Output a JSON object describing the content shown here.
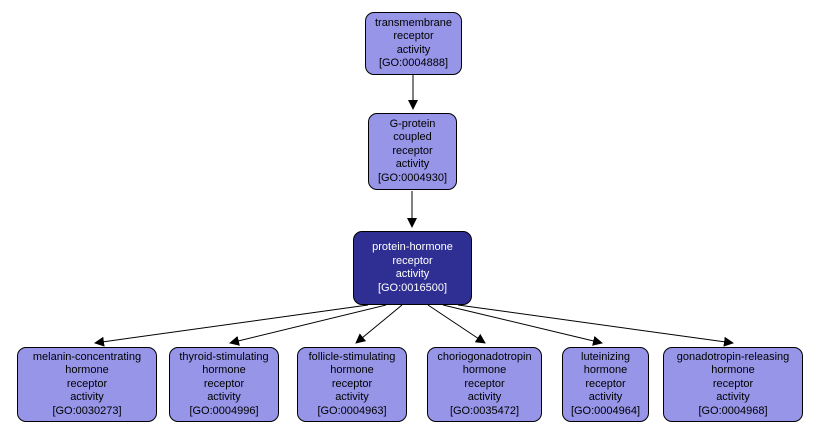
{
  "colors": {
    "background": "#ffffff",
    "node_fill": "#9695e8",
    "node_border": "#000000",
    "node_text": "#000000",
    "highlighted_fill": "#2f2f93",
    "highlighted_text": "#ffffff",
    "edge": "#000000"
  },
  "nodes": [
    {
      "go_id": "GO:0004888",
      "label": "transmembrane receptor activity",
      "highlighted": false,
      "lines": [
        "transmembrane",
        "receptor",
        "activity",
        "[GO:0004888]"
      ]
    },
    {
      "go_id": "GO:0004930",
      "label": "G-protein coupled receptor activity",
      "highlighted": false,
      "lines": [
        "G-protein",
        "coupled",
        "receptor",
        "activity",
        "[GO:0004930]"
      ]
    },
    {
      "go_id": "GO:0016500",
      "label": "protein-hormone receptor activity",
      "highlighted": true,
      "lines": [
        "protein-hormone",
        "receptor",
        "activity",
        "[GO:0016500]"
      ]
    },
    {
      "go_id": "GO:0030273",
      "label": "melanin-concentrating hormone receptor activity",
      "highlighted": false,
      "lines": [
        "melanin-concentrating",
        "hormone",
        "receptor",
        "activity",
        "[GO:0030273]"
      ]
    },
    {
      "go_id": "GO:0004996",
      "label": "thyroid-stimulating hormone receptor activity",
      "highlighted": false,
      "lines": [
        "thyroid-stimulating",
        "hormone",
        "receptor",
        "activity",
        "[GO:0004996]"
      ]
    },
    {
      "go_id": "GO:0004963",
      "label": "follicle-stimulating hormone receptor activity",
      "highlighted": false,
      "lines": [
        "follicle-stimulating",
        "hormone",
        "receptor",
        "activity",
        "[GO:0004963]"
      ]
    },
    {
      "go_id": "GO:0035472",
      "label": "choriogonadotropin hormone receptor activity",
      "highlighted": false,
      "lines": [
        "choriogonadotropin",
        "hormone",
        "receptor",
        "activity",
        "[GO:0035472]"
      ]
    },
    {
      "go_id": "GO:0004964",
      "label": "luteinizing hormone receptor activity",
      "highlighted": false,
      "lines": [
        "luteinizing",
        "hormone",
        "receptor",
        "activity",
        "[GO:0004964]"
      ]
    },
    {
      "go_id": "GO:0004968",
      "label": "gonadotropin-releasing hormone receptor activity",
      "highlighted": false,
      "lines": [
        "gonadotropin-releasing",
        "hormone",
        "receptor",
        "activity",
        "[GO:0004968]"
      ]
    }
  ],
  "edges": [
    {
      "from": "GO:0004888",
      "to": "GO:0004930"
    },
    {
      "from": "GO:0004930",
      "to": "GO:0016500"
    },
    {
      "from": "GO:0016500",
      "to": "GO:0030273"
    },
    {
      "from": "GO:0016500",
      "to": "GO:0004996"
    },
    {
      "from": "GO:0016500",
      "to": "GO:0004963"
    },
    {
      "from": "GO:0016500",
      "to": "GO:0035472"
    },
    {
      "from": "GO:0016500",
      "to": "GO:0004964"
    },
    {
      "from": "GO:0016500",
      "to": "GO:0004968"
    }
  ]
}
